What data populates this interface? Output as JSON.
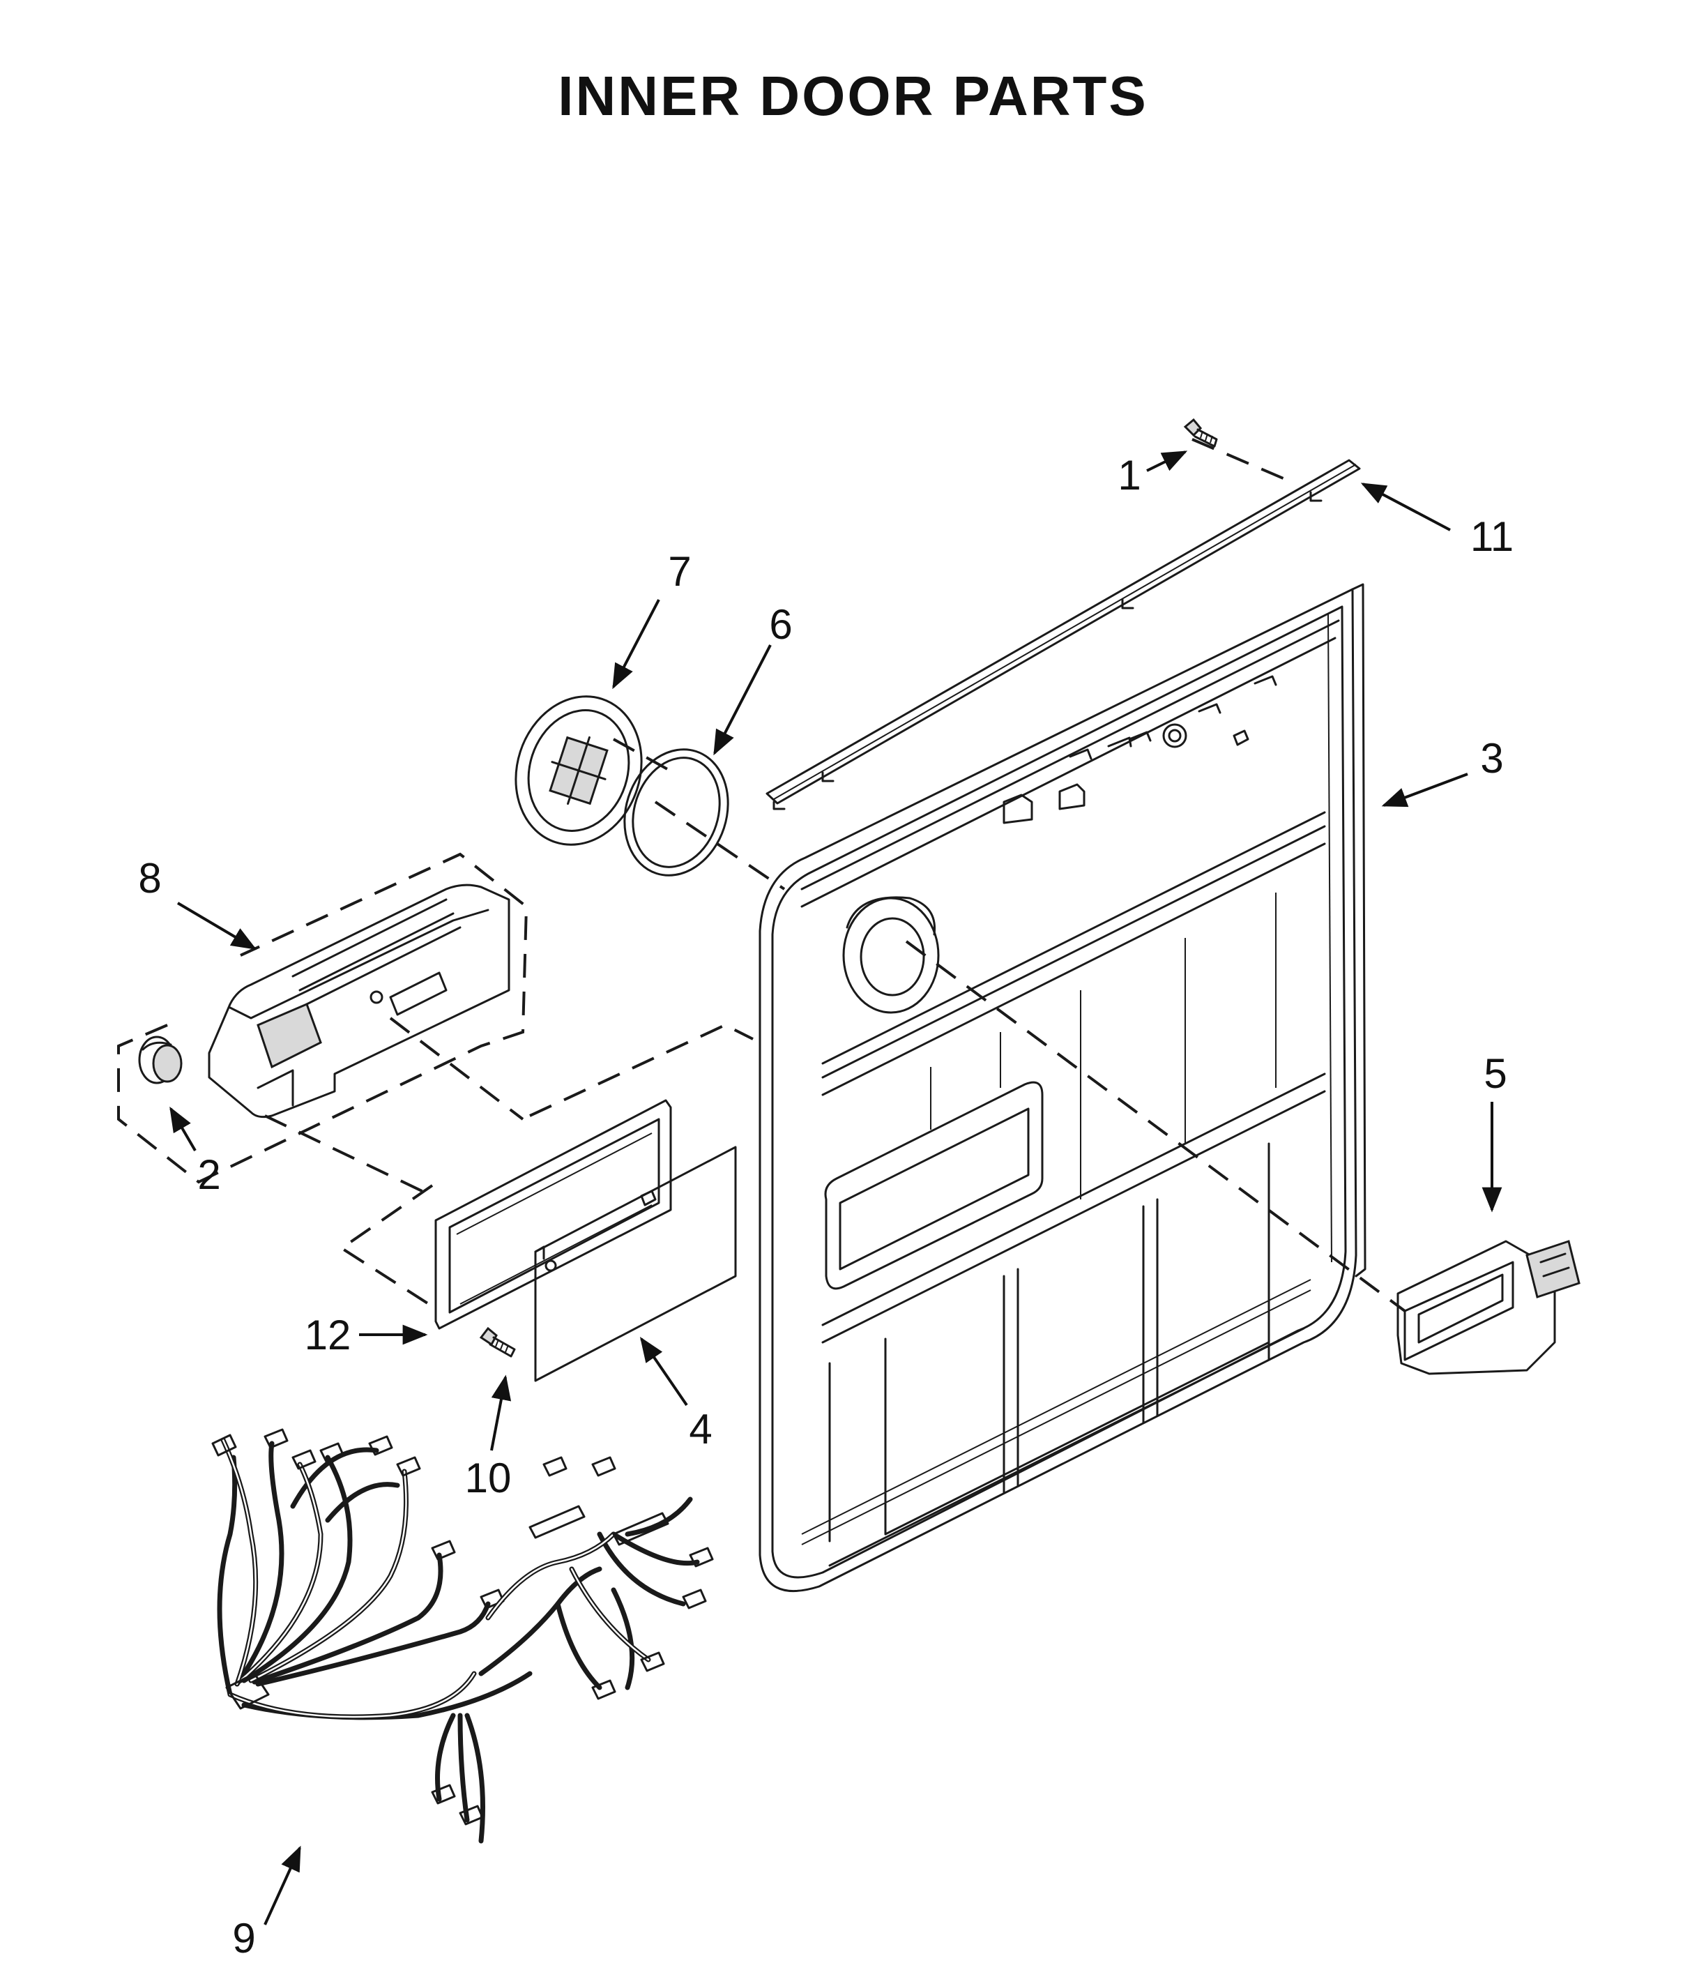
{
  "title": "INNER DOOR PARTS",
  "callouts": [
    {
      "id": "1",
      "label": "1"
    },
    {
      "id": "2",
      "label": "2"
    },
    {
      "id": "3",
      "label": "3"
    },
    {
      "id": "4",
      "label": "4"
    },
    {
      "id": "5",
      "label": "5"
    },
    {
      "id": "6",
      "label": "6"
    },
    {
      "id": "7",
      "label": "7"
    },
    {
      "id": "8",
      "label": "8"
    },
    {
      "id": "9",
      "label": "9"
    },
    {
      "id": "10",
      "label": "10"
    },
    {
      "id": "11",
      "label": "11"
    },
    {
      "id": "12",
      "label": "12"
    }
  ]
}
